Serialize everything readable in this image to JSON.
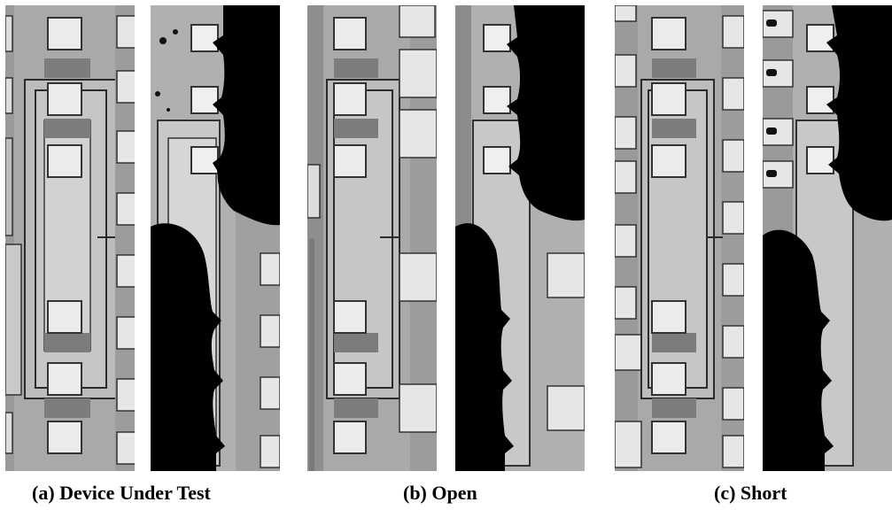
{
  "captions": {
    "a": "(a) Device Under Test",
    "b": "(b) Open",
    "c": "(c) Short"
  },
  "colors": {
    "background": "#ffffff",
    "chip_base": "#a9a9a9",
    "metal_light": "#d4d4d4",
    "pad": "#e9e9e9",
    "trace_dark": "#7a7a7a",
    "outline": "#2a2a2a",
    "probe_shadow": "#000000"
  }
}
